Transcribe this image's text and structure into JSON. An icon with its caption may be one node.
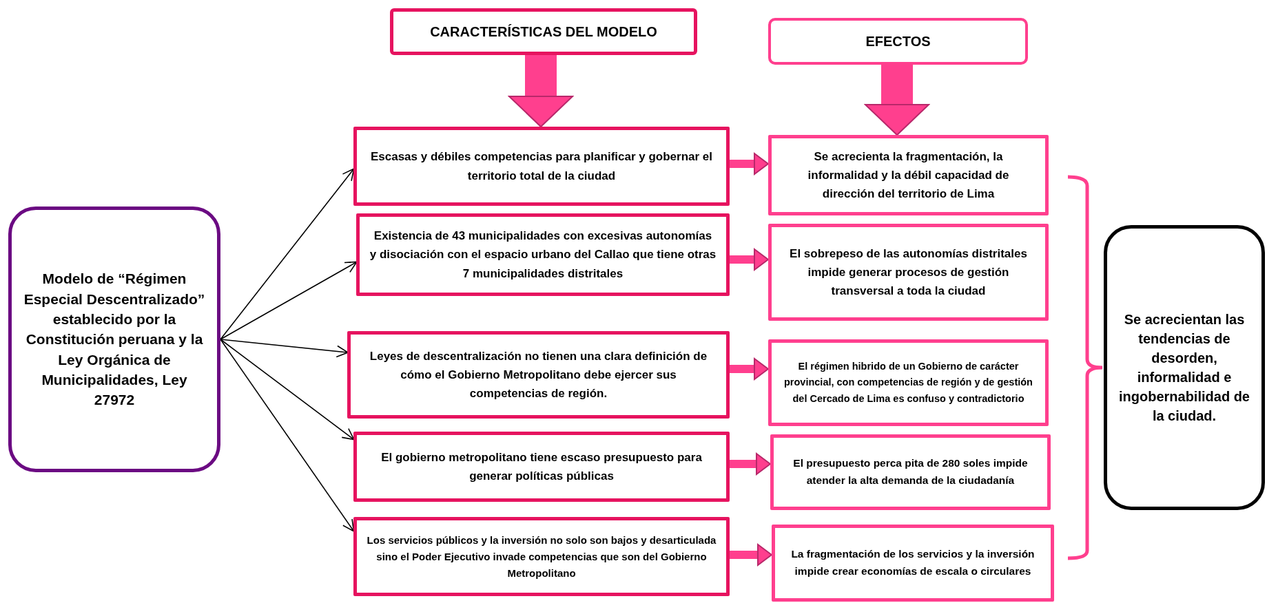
{
  "diagram": {
    "nodes": [
      {
        "text": [
          "CARACTERÍSTICAS DEL MODELO"
        ]
      },
      {
        "text": [
          "EFECTOS"
        ]
      },
      {
        "text": [
          "Modelo de “Régimen Especial Descentralizado” establecido por la Constitución peruana y la Ley Orgánica de Municipalidades, Ley 27972"
        ]
      },
      {
        "text": [
          "Escasas y débiles competencias para planificar y gobernar el territorio total de la ciudad"
        ]
      },
      {
        "text": [
          "Existencia de 43 municipalidades con excesivas autonomías y disociación con el espacio urbano del Callao que tiene otras 7 municipalidades distritales"
        ]
      },
      {
        "text": [
          "Leyes de descentralización no tienen una clara definición de cómo el Gobierno Metropolitano debe ejercer sus competencias de región."
        ]
      },
      {
        "text": [
          "El gobierno metropolitano tiene escaso presupuesto para generar políticas públicas"
        ]
      },
      {
        "text": [
          "Los servicios públicos y la inversión no solo son bajos y desarticulada sino el Poder Ejecutivo invade competencias que son del Gobierno Metropolitano"
        ]
      },
      {
        "text": [
          "Se acrecienta la fragmentación, la informalidad y la débil capacidad de dirección del territorio de Lima"
        ]
      },
      {
        "text": [
          "El sobrepeso de las autonomías distritales impide generar procesos de gestión transversal a toda la ciudad"
        ]
      },
      {
        "text": [
          "El régimen hibrido de un Gobierno de carácter provincial, con competencias de región y de gestión del Cercado de Lima es confuso y contradictorio"
        ]
      },
      {
        "text": [
          "El presupuesto perca pita de 280 soles impide atender la alta demanda de la ciudadanía"
        ]
      },
      {
        "text": [
          "La fragmentación de los servicios y la inversión impide crear economías de escala o circulares"
        ]
      },
      {
        "text": [
          "Se acrecientan las tendencias de desorden, informalidad e ingobernabilidad de la ciudad."
        ]
      }
    ],
    "edges": [
      {
        "from": 0,
        "to": 3,
        "arrow": "to",
        "style": "thick"
      },
      {
        "from": 1,
        "to": 8,
        "arrow": "to",
        "style": "thick"
      },
      {
        "from": 2,
        "to": 3,
        "arrow": "to",
        "color": "#000000"
      },
      {
        "from": 2,
        "to": 4,
        "arrow": "to",
        "color": "#000000"
      },
      {
        "from": 2,
        "to": 5,
        "arrow": "to",
        "color": "#000000"
      },
      {
        "from": 2,
        "to": 6,
        "arrow": "to",
        "color": "#000000"
      },
      {
        "from": 2,
        "to": 7,
        "arrow": "to",
        "color": "#000000"
      },
      {
        "from": 3,
        "to": 8,
        "arrow": "to"
      },
      {
        "from": 4,
        "to": 9,
        "arrow": "to"
      },
      {
        "from": 5,
        "to": 10,
        "arrow": "to"
      },
      {
        "from": 6,
        "to": 11,
        "arrow": "to"
      },
      {
        "from": 7,
        "to": 12,
        "arrow": "to"
      }
    ]
  }
}
